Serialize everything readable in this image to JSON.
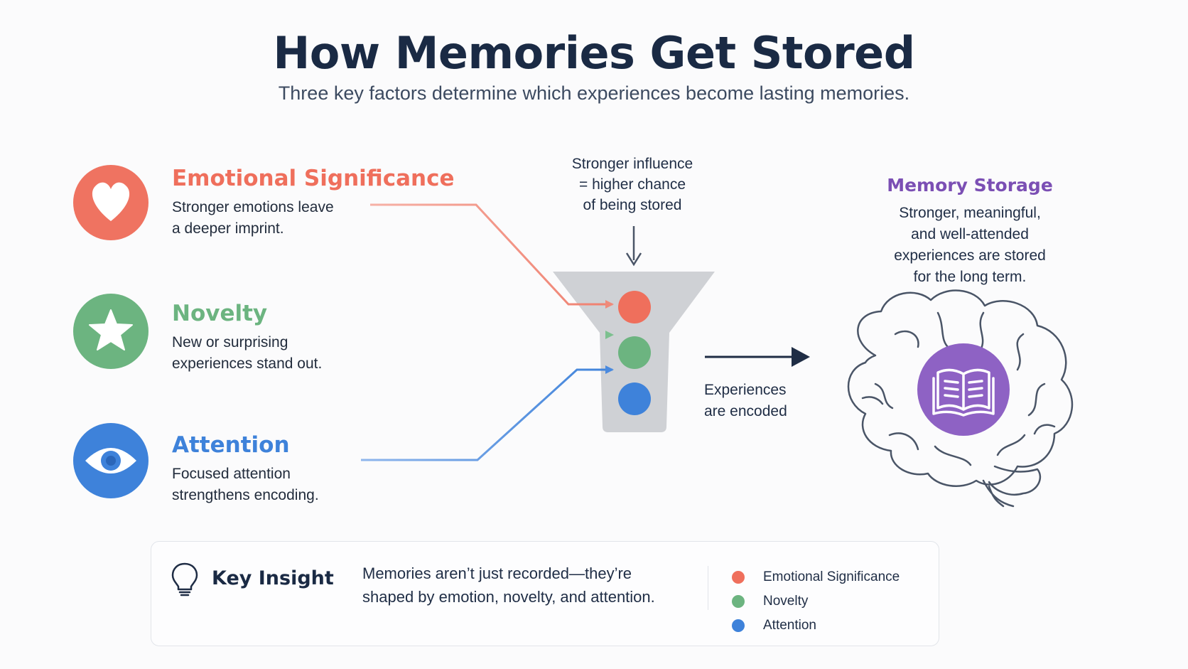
{
  "header": {
    "title": "How Memories Get Stored",
    "subtitle": "Three key factors determine which experiences become lasting memories."
  },
  "colors": {
    "emotional": "#ef6f5c",
    "novelty": "#6cb480",
    "attention": "#3e82da",
    "storage": "#8e62c4",
    "funnel": "#cfd1d5",
    "dark": "#1f2d45"
  },
  "factors": [
    {
      "key": "emotional",
      "title": "Emotional Significance",
      "desc_line1": "Stronger emotions leave",
      "desc_line2": "a deeper imprint.",
      "icon": "heart-icon"
    },
    {
      "key": "novelty",
      "title": "Novelty",
      "desc_line1": "New or surprising",
      "desc_line2": "experiences stand out.",
      "icon": "star-icon"
    },
    {
      "key": "attention",
      "title": "Attention",
      "desc_line1": "Focused attention",
      "desc_line2": "strengthens encoding.",
      "icon": "eye-icon"
    }
  ],
  "funnel_note": {
    "line1": "Stronger influence",
    "line2": "= higher chance",
    "line3": "of being stored"
  },
  "encoded_note": {
    "line1": "Experiences",
    "line2": "are encoded"
  },
  "storage": {
    "title": "Memory Storage",
    "line1": "Stronger, meaningful,",
    "line2": "and well-attended",
    "line3": "experiences are stored",
    "line4": "for the long term.",
    "icon": "book-icon"
  },
  "insight": {
    "title": "Key Insight",
    "line1": "Memories aren’t just recorded—they’re",
    "line2": "shaped by emotion, novelty, and attention.",
    "icon": "lightbulb-icon"
  },
  "legend": [
    {
      "label": "Emotional Significance",
      "key": "emotional"
    },
    {
      "label": "Novelty",
      "key": "novelty"
    },
    {
      "label": "Attention",
      "key": "attention"
    }
  ]
}
